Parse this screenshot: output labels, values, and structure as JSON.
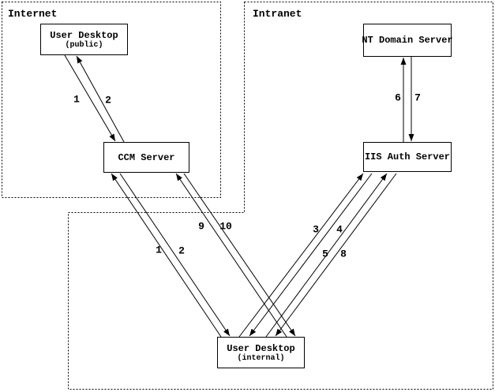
{
  "diagram": {
    "zones": [
      {
        "id": "internet",
        "label": "Internet"
      },
      {
        "id": "intranet",
        "label": "Intranet"
      }
    ],
    "nodes": [
      {
        "id": "user-desktop-public",
        "title": "User Desktop",
        "subtitle": "(public)",
        "zone": "internet"
      },
      {
        "id": "ccm-server",
        "title": "CCM Server",
        "zone": "internet"
      },
      {
        "id": "nt-domain-server",
        "title": "NT Domain Server",
        "zone": "intranet"
      },
      {
        "id": "iis-auth-server",
        "title": "IIS Auth Server",
        "zone": "intranet"
      },
      {
        "id": "user-desktop-internal",
        "title": "User Desktop",
        "subtitle": "(internal)",
        "zone": "intranet"
      }
    ],
    "edges": [
      {
        "label": "1",
        "from": "user-desktop-public",
        "to": "ccm-server"
      },
      {
        "label": "2",
        "from": "ccm-server",
        "to": "user-desktop-public"
      },
      {
        "label": "1",
        "from": "user-desktop-internal",
        "to": "ccm-server"
      },
      {
        "label": "2",
        "from": "ccm-server",
        "to": "user-desktop-internal"
      },
      {
        "label": "9",
        "from": "user-desktop-internal",
        "to": "ccm-server"
      },
      {
        "label": "10",
        "from": "ccm-server",
        "to": "user-desktop-internal"
      },
      {
        "label": "3",
        "from": "user-desktop-internal",
        "to": "iis-auth-server"
      },
      {
        "label": "4",
        "from": "iis-auth-server",
        "to": "user-desktop-internal"
      },
      {
        "label": "5",
        "from": "user-desktop-internal",
        "to": "iis-auth-server"
      },
      {
        "label": "8",
        "from": "iis-auth-server",
        "to": "user-desktop-internal"
      },
      {
        "label": "6",
        "from": "iis-auth-server",
        "to": "nt-domain-server"
      },
      {
        "label": "7",
        "from": "nt-domain-server",
        "to": "iis-auth-server"
      }
    ],
    "colors": {
      "line": "#000000",
      "background": "#ffffff",
      "text": "#000000"
    }
  }
}
